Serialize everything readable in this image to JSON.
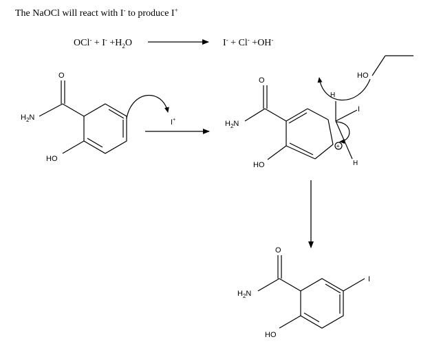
{
  "header": {
    "intro_text": "The NaOCl will react with I",
    "intro_sup": "-",
    "intro_mid": " to produce I",
    "intro_sup2": "+"
  },
  "equation": {
    "lhs_a": "OCl",
    "lhs_a_sup": "-",
    "lhs_plus1": " + I",
    "lhs_b_sup": "-",
    "lhs_plus2": " +H",
    "lhs_sub": "2",
    "lhs_o": "O",
    "rhs_a": "I",
    "rhs_a_sup": "-",
    "rhs_plus1": " + Cl",
    "rhs_b_sup": "-",
    "rhs_plus2": " +OH",
    "rhs_c_sup": "-"
  },
  "molecule1": {
    "o_label": "O",
    "nh2_label": "H2N",
    "ho_label": "HO"
  },
  "reagent": {
    "label": "I",
    "sup": "+"
  },
  "intermediate": {
    "o_label": "O",
    "nh2_label": "H2N",
    "ho_label": "HO",
    "h_top": "H",
    "i_label": "I",
    "h_right": "H",
    "charge": "+",
    "base_label": "HO"
  },
  "product": {
    "o_label": "O",
    "nh2_label": "H2N",
    "ho_label": "HO",
    "i_label": "I"
  }
}
